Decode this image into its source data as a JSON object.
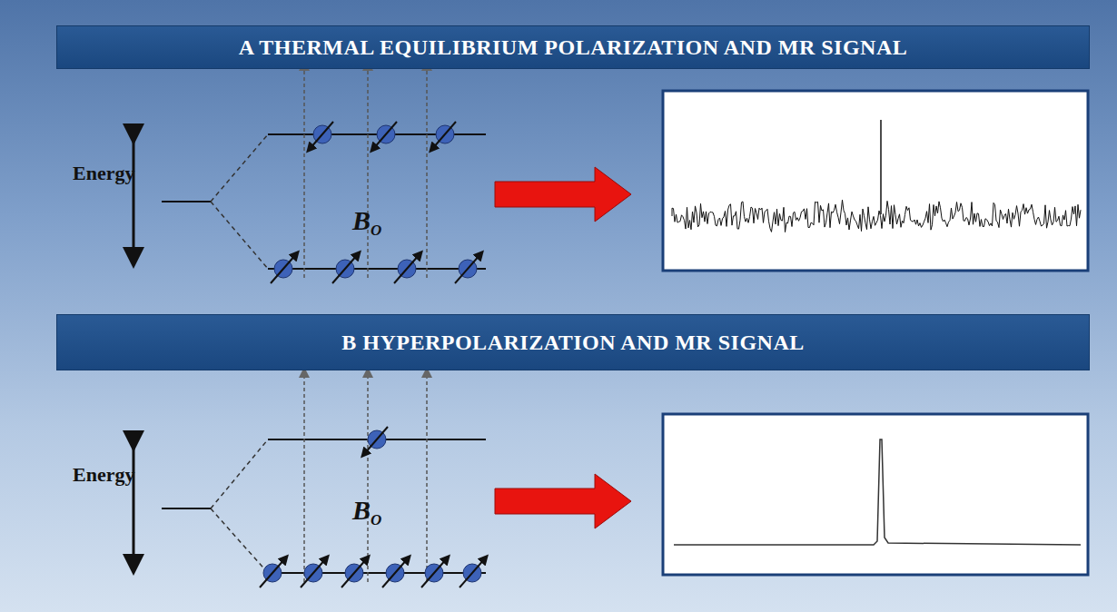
{
  "diagram": {
    "nodes": [
      {
        "text": [
          "A THERMAL EQUILIBRIUM POLARIZATION AND MR SIGNAL"
        ]
      },
      {
        "text": [
          "B HYPERPOLARIZATION AND MR SIGNAL"
        ]
      }
    ],
    "labels": [
      "Energy",
      "B",
      "O",
      "Energy",
      "B",
      "O"
    ]
  }
}
